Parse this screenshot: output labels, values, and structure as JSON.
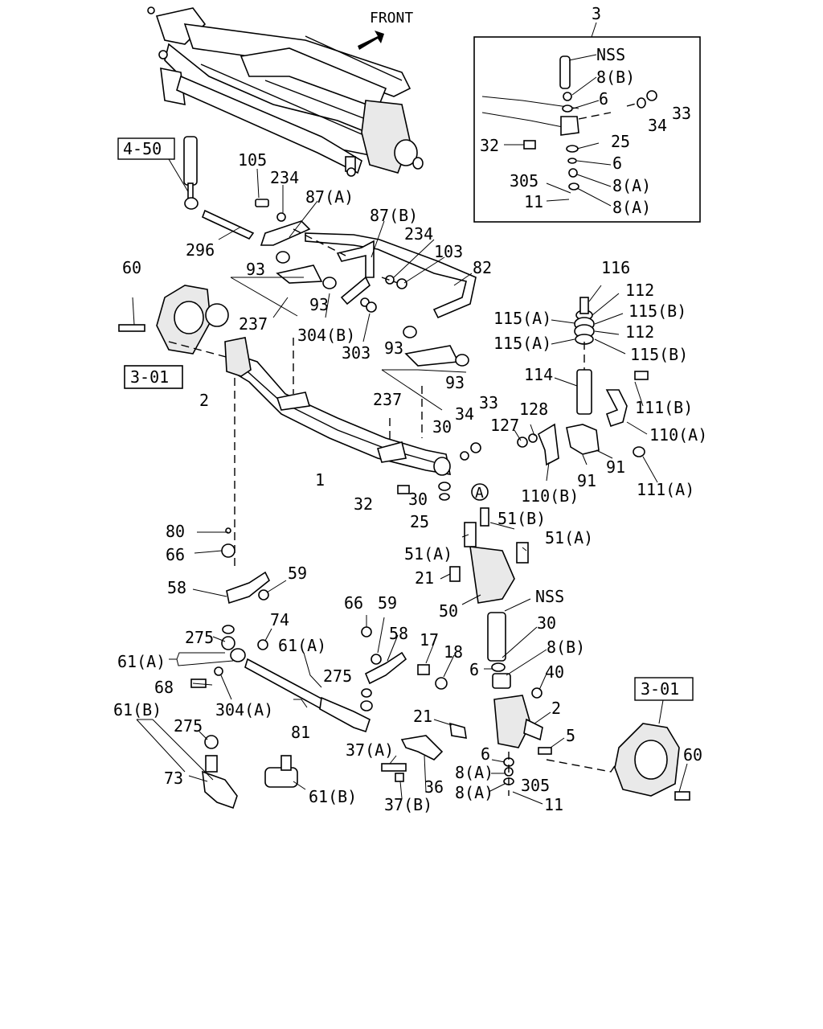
{
  "front": "FRONT",
  "refs": {
    "r450": "4-50",
    "r301a": "3-01",
    "r301b": "3-01"
  },
  "inset": {
    "number": "3",
    "labels": {
      "nss": "NSS",
      "b8": "8(B)",
      "p6a": "6",
      "p33": "33",
      "p34": "34",
      "p32": "32",
      "p25": "25",
      "p6b": "6",
      "p305": "305",
      "a8a": "8(A)",
      "p11": "11",
      "a8b": "8(A)"
    }
  },
  "labels": {
    "l105": "105",
    "l234a": "234",
    "l87a": "87(A)",
    "l87b": "87(B)",
    "l234b": "234",
    "l103": "103",
    "l82": "82",
    "l296": "296",
    "l60a": "60",
    "l93a": "93",
    "l93b": "93",
    "l237a": "237",
    "l304b": "304(B)",
    "l303": "303",
    "l116": "116",
    "l112a": "112",
    "l115a1": "115(A)",
    "l115b1": "115(B)",
    "l112b": "112",
    "l115a2": "115(A)",
    "l115b2": "115(B)",
    "l93c": "93",
    "l93d": "93",
    "l237b": "237",
    "l2a": "2",
    "l114": "114",
    "l111b": "111(B)",
    "l128": "128",
    "l127": "127",
    "l110a": "110(A)",
    "l91a": "91",
    "l91b": "91",
    "l110b": "110(B)",
    "l111a": "111(A)",
    "l30a": "30",
    "l34a": "34",
    "l33a": "33",
    "l1": "1",
    "l32a": "32",
    "l30b": "30",
    "l25a": "25",
    "l80": "80",
    "l66a": "66",
    "l59a": "59",
    "l58a": "58",
    "circleA": "A",
    "l51b": "51(B)",
    "l51a1": "51(A)",
    "l51a2": "51(A)",
    "l21a": "21",
    "l50": "50",
    "nss2": "NSS",
    "l274": "74",
    "l275a": "275",
    "l61aa": "61(A)",
    "l61ab": "61(A)",
    "l66b": "66",
    "l59b": "59",
    "l58b": "58",
    "l17": "17",
    "l18": "18",
    "l30c": "30",
    "l8b2": "8(B)",
    "l6c": "6",
    "l40": "40",
    "l275b": "275",
    "l68": "68",
    "l304a": "304(A)",
    "l61ba": "61(B)",
    "l81": "81",
    "l21b": "21",
    "l2b": "2",
    "l5": "5",
    "l275c": "275",
    "l37a": "37(A)",
    "l6d": "6",
    "l8a3": "8(A)",
    "l305b": "305",
    "l8a4": "8(A)",
    "l11b": "11",
    "l73": "73",
    "l61bb": "61(B)",
    "l36": "36",
    "l37b": "37(B)",
    "l60b": "60"
  }
}
